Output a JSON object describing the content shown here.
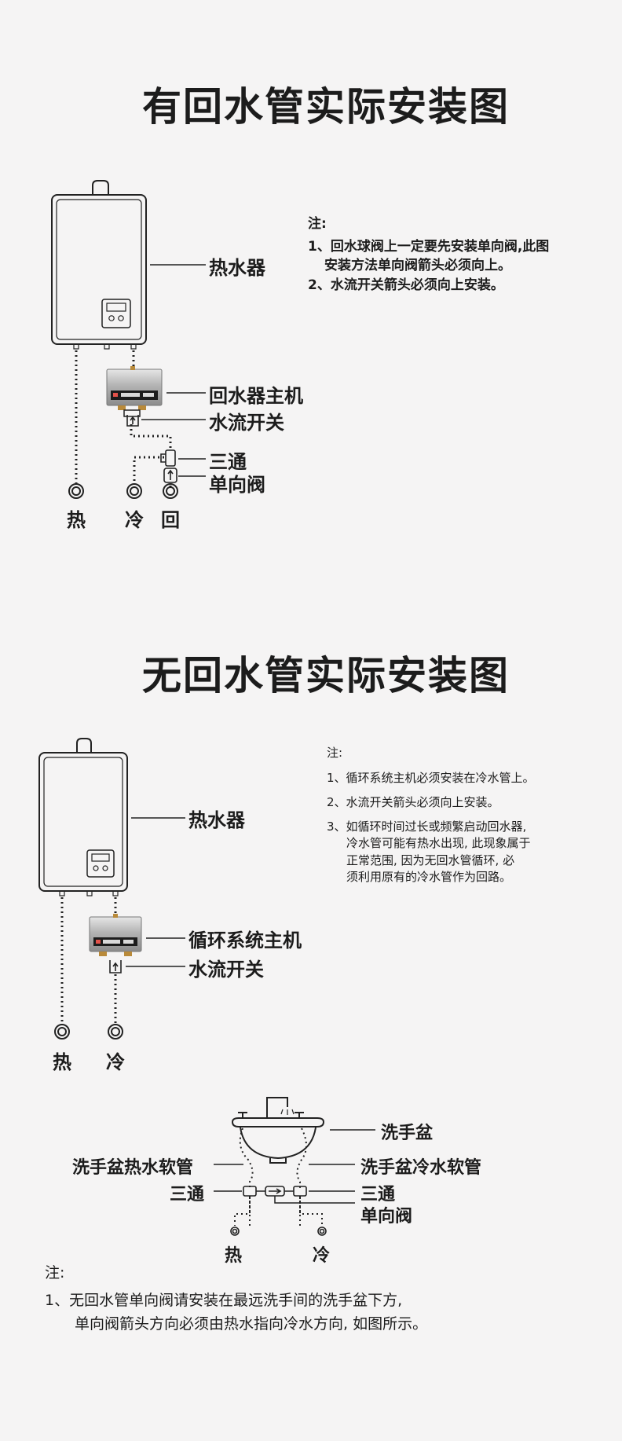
{
  "section1": {
    "title": "有回水管实际安装图",
    "labels": {
      "heater": "热水器",
      "host": "回水器主机",
      "flow_switch": "水流开关",
      "tee": "三通",
      "check_valve": "单向阀",
      "hot": "热",
      "cold": "冷",
      "return": "回"
    },
    "notes": {
      "heading": "注:",
      "item1_line1": "1、回水球阀上一定要先安装单向阀,此图",
      "item1_line2": "安装方法单向阀箭头必须向上。",
      "item2": "2、水流开关箭头必须向上安装。"
    }
  },
  "section2": {
    "title": "无回水管实际安装图",
    "labels": {
      "heater": "热水器",
      "host": "循环系统主机",
      "flow_switch": "水流开关",
      "hot": "热",
      "cold": "冷"
    },
    "notes": {
      "heading": "注:",
      "item1": "1、循环系统主机必须安装在冷水管上。",
      "item2": "2、水流开关箭头必须向上安装。",
      "item3_line1": "3、如循环时间过长或频繁启动回水器,",
      "item3_line2": "冷水管可能有热水出现, 此现象属于",
      "item3_line3": "正常范围, 因为无回水管循环, 必",
      "item3_line4": "须利用原有的冷水管作为回路。"
    }
  },
  "section3": {
    "labels": {
      "basin": "洗手盆",
      "hot_hose": "洗手盆热水软管",
      "cold_hose": "洗手盆冷水软管",
      "tee_left": "三通",
      "tee_right": "三通",
      "check_valve": "单向阀",
      "hot": "热",
      "cold": "冷"
    },
    "notes": {
      "heading": "注:",
      "item1_line1": "1、无回水管单向阀请安装在最远洗手间的洗手盆下方,",
      "item1_line2": "单向阀箭头方向必须由热水指向冷水方向, 如图所示。"
    }
  },
  "colors": {
    "background": "#f5f4f4",
    "line": "#222222",
    "device_metal": "#bdbdbd",
    "display_panel": "#1c1c1c",
    "brass": "#b98a3a"
  }
}
